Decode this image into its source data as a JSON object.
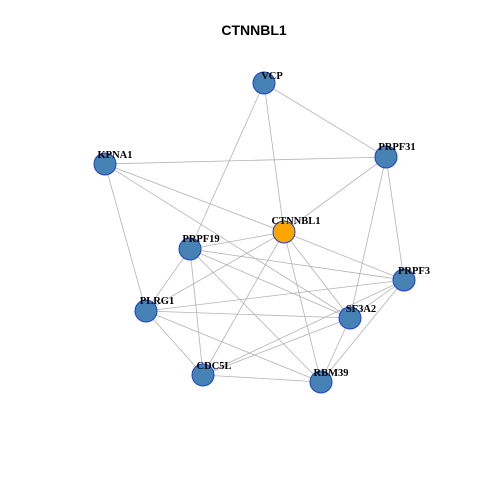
{
  "title": "CTNNBL1",
  "colors": {
    "center_node": "#FFA500",
    "neighbor_node": "#4682B4",
    "node_border": "#1C3FD6",
    "edge": "#B3B3B3"
  },
  "nodes": [
    {
      "id": "VCP",
      "label": "VCP",
      "role": "neighbor"
    },
    {
      "id": "PRPF31",
      "label": "PRPF31",
      "role": "neighbor"
    },
    {
      "id": "KPNA1",
      "label": "KPNA1",
      "role": "neighbor"
    },
    {
      "id": "CTNNBL1",
      "label": "CTNNBL1",
      "role": "center"
    },
    {
      "id": "PRPF19",
      "label": "PRPF19",
      "role": "neighbor"
    },
    {
      "id": "PRPF3",
      "label": "PRPF3",
      "role": "neighbor"
    },
    {
      "id": "PLRG1",
      "label": "PLRG1",
      "role": "neighbor"
    },
    {
      "id": "SF3A2",
      "label": "SF3A2",
      "role": "neighbor"
    },
    {
      "id": "CDC5L",
      "label": "CDC5L",
      "role": "neighbor"
    },
    {
      "id": "RBM39",
      "label": "RBM39",
      "role": "neighbor"
    }
  ],
  "edges": [
    [
      "VCP",
      "PRPF31"
    ],
    [
      "VCP",
      "CTNNBL1"
    ],
    [
      "VCP",
      "PRPF19"
    ],
    [
      "KPNA1",
      "PRPF31"
    ],
    [
      "KPNA1",
      "CTNNBL1"
    ],
    [
      "KPNA1",
      "PLRG1"
    ],
    [
      "KPNA1",
      "SF3A2"
    ],
    [
      "PRPF31",
      "CTNNBL1"
    ],
    [
      "PRPF31",
      "PRPF3"
    ],
    [
      "PRPF31",
      "SF3A2"
    ],
    [
      "CTNNBL1",
      "PRPF19"
    ],
    [
      "CTNNBL1",
      "PLRG1"
    ],
    [
      "CTNNBL1",
      "CDC5L"
    ],
    [
      "CTNNBL1",
      "SF3A2"
    ],
    [
      "CTNNBL1",
      "RBM39"
    ],
    [
      "CTNNBL1",
      "PRPF3"
    ],
    [
      "PRPF19",
      "PLRG1"
    ],
    [
      "PRPF19",
      "CDC5L"
    ],
    [
      "PRPF19",
      "SF3A2"
    ],
    [
      "PRPF19",
      "RBM39"
    ],
    [
      "PRPF19",
      "PRPF3"
    ],
    [
      "PLRG1",
      "SF3A2"
    ],
    [
      "PLRG1",
      "PRPF3"
    ],
    [
      "PLRG1",
      "CDC5L"
    ],
    [
      "PLRG1",
      "RBM39"
    ],
    [
      "CDC5L",
      "SF3A2"
    ],
    [
      "CDC5L",
      "PRPF3"
    ],
    [
      "CDC5L",
      "RBM39"
    ],
    [
      "RBM39",
      "SF3A2"
    ],
    [
      "RBM39",
      "PRPF3"
    ],
    [
      "SF3A2",
      "PRPF3"
    ]
  ]
}
